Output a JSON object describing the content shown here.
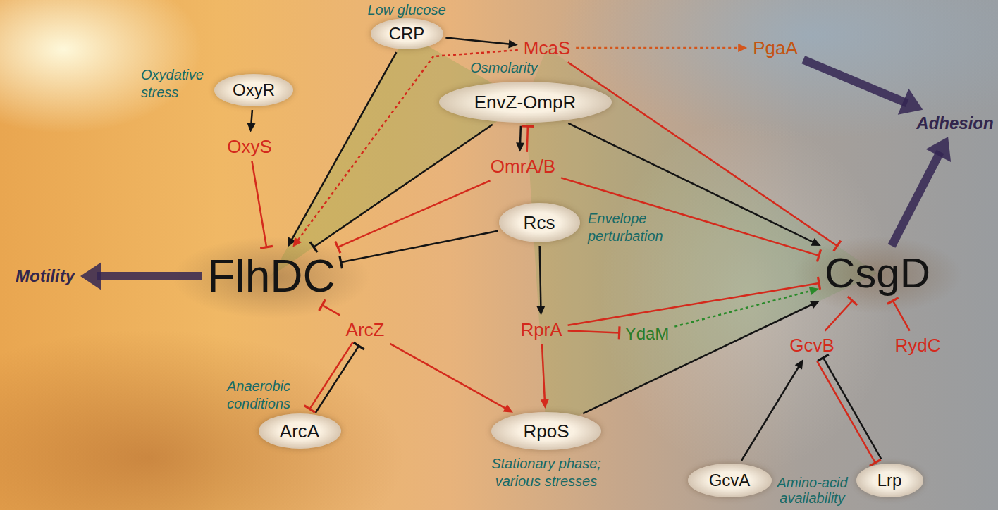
{
  "diagram": {
    "nodes": [
      {
        "text": [
          "Low glucose",
          "CRP"
        ]
      },
      {
        "text": [
          "McaS"
        ]
      },
      {
        "text": [
          "PgaA"
        ]
      },
      {
        "text": [
          "Oxydative stress",
          "OxyR"
        ]
      },
      {
        "text": [
          "OxyS"
        ]
      },
      {
        "text": [
          "Osmolarity",
          "EnvZ-OmpR"
        ]
      },
      {
        "text": [
          "OmrA/B"
        ]
      },
      {
        "text": [
          "Envelope perturbation",
          "Rcs"
        ]
      },
      {
        "text": [
          "Motility"
        ]
      },
      {
        "text": [
          "FlhDC"
        ]
      },
      {
        "text": [
          "CsgD"
        ]
      },
      {
        "text": [
          "Adhesion"
        ]
      },
      {
        "text": [
          "ArcZ"
        ]
      },
      {
        "text": [
          "RprA"
        ]
      },
      {
        "text": [
          "YdaM"
        ]
      },
      {
        "text": [
          "GcvB"
        ]
      },
      {
        "text": [
          "RydC"
        ]
      },
      {
        "text": [
          "Anaerobic conditions",
          "ArcA"
        ]
      },
      {
        "text": [
          "RpoS",
          "Stationary phase; various stresses"
        ]
      },
      {
        "text": [
          "GcvA"
        ]
      },
      {
        "text": [
          "Lrp"
        ]
      }
    ],
    "edges": [
      {
        "from": 0,
        "to": 1,
        "arrow": "to"
      },
      {
        "from": 0,
        "to": 9,
        "arrow": "to"
      },
      {
        "from": 3,
        "to": 4,
        "arrow": "to"
      },
      {
        "from": 4,
        "to": 9,
        "arrow": "to"
      },
      {
        "from": 1,
        "to": 9,
        "arrow": "to"
      },
      {
        "from": 1,
        "to": 2,
        "arrow": "to"
      },
      {
        "from": 1,
        "to": 10,
        "arrow": "to"
      },
      {
        "from": 5,
        "to": 9,
        "arrow": "to"
      },
      {
        "from": 5,
        "to": 6,
        "arrow": "to"
      },
      {
        "from": 6,
        "to": 5,
        "arrow": "to"
      },
      {
        "from": 5,
        "to": 10,
        "arrow": "to"
      },
      {
        "from": 6,
        "to": 9,
        "arrow": "to"
      },
      {
        "from": 6,
        "to": 10,
        "arrow": "to"
      },
      {
        "from": 7,
        "to": 9,
        "arrow": "to"
      },
      {
        "from": 7,
        "to": 13,
        "arrow": "to"
      },
      {
        "from": 13,
        "to": 10,
        "arrow": "to"
      },
      {
        "from": 13,
        "to": 14,
        "arrow": "to"
      },
      {
        "from": 14,
        "to": 10,
        "arrow": "to"
      },
      {
        "from": 13,
        "to": 18,
        "arrow": "to"
      },
      {
        "from": 12,
        "to": 9,
        "arrow": "to"
      },
      {
        "from": 12,
        "to": 18,
        "arrow": "to"
      },
      {
        "from": 17,
        "to": 12,
        "arrow": "to"
      },
      {
        "from": 12,
        "to": 17,
        "arrow": "to"
      },
      {
        "from": 18,
        "to": 10,
        "arrow": "to"
      },
      {
        "from": 15,
        "to": 10,
        "arrow": "to"
      },
      {
        "from": 16,
        "to": 10,
        "arrow": "to"
      },
      {
        "from": 19,
        "to": 15,
        "arrow": "to"
      },
      {
        "from": 20,
        "to": 15,
        "arrow": "to"
      },
      {
        "from": 15,
        "to": 20,
        "arrow": "to"
      },
      {
        "from": 9,
        "to": 8,
        "arrow": "to"
      },
      {
        "from": 10,
        "to": 11,
        "arrow": "to"
      },
      {
        "from": 2,
        "to": 11,
        "arrow": "to"
      }
    ],
    "labels": [
      "Amino-acid availability"
    ]
  }
}
